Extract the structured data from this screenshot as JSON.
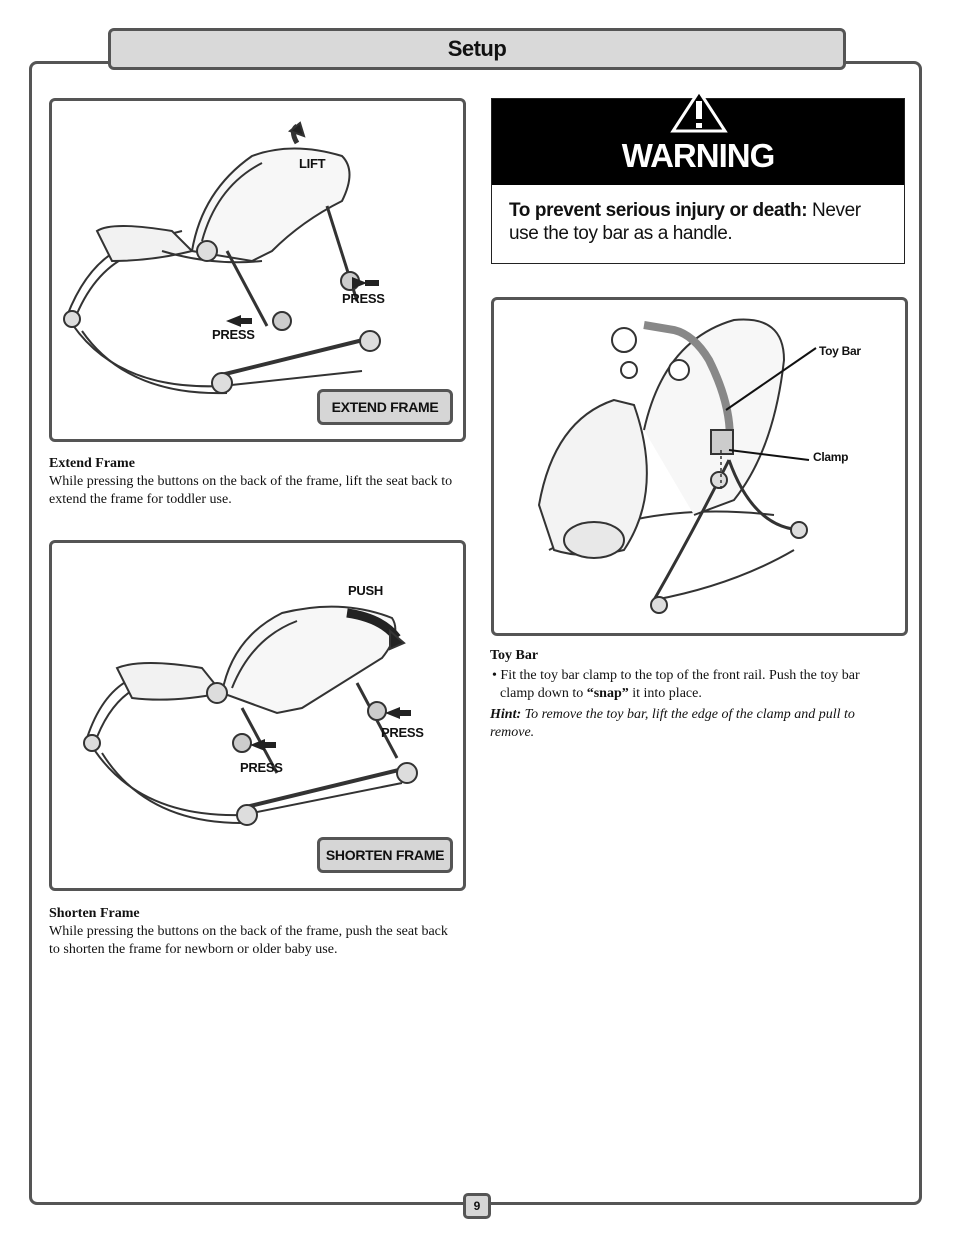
{
  "header": {
    "title": "Setup"
  },
  "extend_panel": {
    "callouts": {
      "lift": "LIFT",
      "press_right": "PRESS",
      "press_left": "PRESS"
    },
    "button_label": "EXTEND FRAME"
  },
  "extend_text": {
    "title": "Extend Frame",
    "body": "While pressing the buttons on the back of the frame, lift the seat back to extend the frame for toddler use."
  },
  "shorten_panel": {
    "callouts": {
      "push": "PUSH",
      "press_right": "PRESS",
      "press_left": "PRESS"
    },
    "button_label": "SHORTEN FRAME"
  },
  "shorten_text": {
    "title": "Shorten Frame",
    "body": "While pressing the buttons on the back of the frame, push the seat back to shorten the frame for newborn or older baby use."
  },
  "warning": {
    "heading": "WARNING",
    "lead": "To prevent serious injury or death:",
    "message": " Never use the toy bar as a handle."
  },
  "toybar_panel": {
    "callouts": {
      "toy_bar": "Toy Bar",
      "clamp": "Clamp"
    }
  },
  "toybar_text": {
    "title": "Toy Bar",
    "bullet_before": "• Fit the toy bar clamp to the top of the front rail. Push the toy bar clamp down to ",
    "bullet_bold": "“snap”",
    "bullet_after": " it into place.",
    "hint_label": "Hint:",
    "hint_body": " To remove the toy bar, lift the edge of the clamp and pull to remove."
  },
  "footer": {
    "page_number": "9"
  },
  "colors": {
    "border": "#555555",
    "tab_fill": "#d9d9d9",
    "warning_bar": "#000000"
  }
}
